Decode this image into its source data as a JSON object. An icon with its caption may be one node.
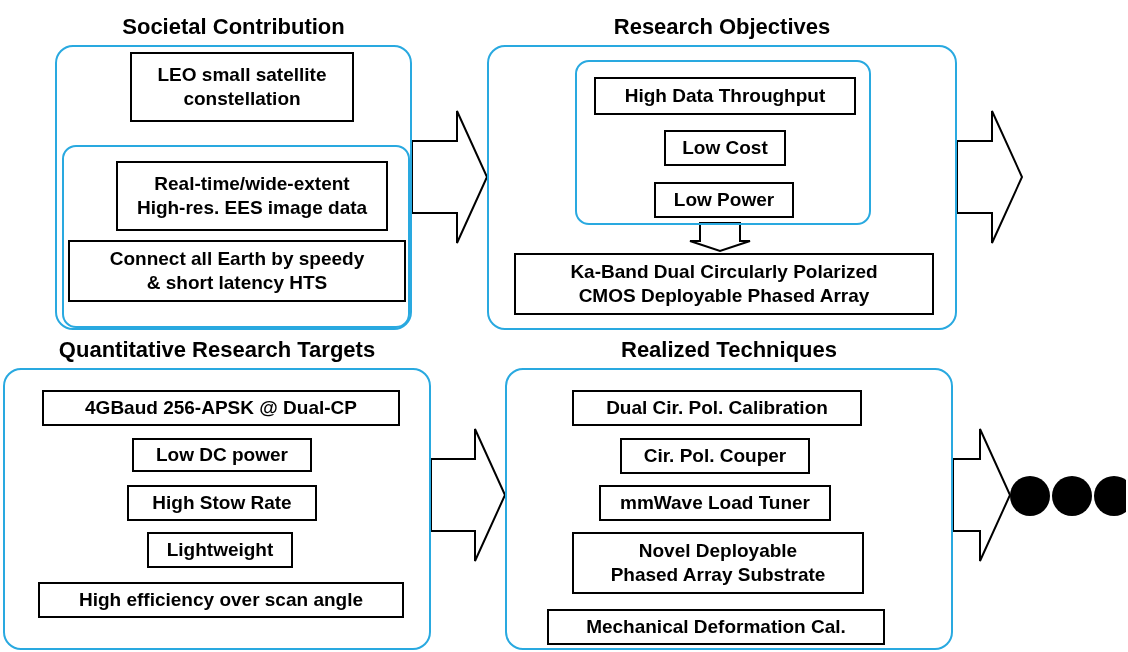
{
  "diagram": {
    "nodes": [
      {
        "text": [
          "Societal Contribution"
        ]
      },
      {
        "text": [
          "LEO small satellite constellation"
        ],
        "in": 0
      },
      {
        "text": [],
        "shape": "box",
        "in": 0
      },
      {
        "text": [
          "Real-time/wide-extent High-res. EES image data"
        ],
        "in": 2
      },
      {
        "text": [
          "Connect all Earth by speedy & short latency HTS"
        ],
        "in": 2
      },
      {
        "text": [
          "Research Objectives"
        ]
      },
      {
        "text": [],
        "shape": "box",
        "in": 5
      },
      {
        "text": [
          "High Data Throughput"
        ],
        "in": 6
      },
      {
        "text": [
          "Low Cost"
        ],
        "in": 6
      },
      {
        "text": [
          "Low Power"
        ],
        "in": 6
      },
      {
        "text": [
          "Ka-Band Dual Circularly Polarized CMOS Deployable Phased Array"
        ],
        "in": 5
      },
      {
        "text": [
          "Quantitative Research Targets"
        ]
      },
      {
        "text": [
          "4GBaud 256-APSK @ Dual-CP"
        ],
        "in": 11
      },
      {
        "text": [
          "Low DC power"
        ],
        "in": 11
      },
      {
        "text": [
          "High Stow Rate"
        ],
        "in": 11
      },
      {
        "text": [
          "Lightweight"
        ],
        "in": 11
      },
      {
        "text": [
          "High efficiency over scan angle"
        ],
        "in": 11
      },
      {
        "text": [
          "Realized Techniques"
        ]
      },
      {
        "text": [
          "Dual Cir. Pol. Calibration"
        ],
        "in": 17
      },
      {
        "text": [
          "Cir. Pol. Couper"
        ],
        "in": 17
      },
      {
        "text": [
          "mmWave Load Tuner"
        ],
        "in": 17
      },
      {
        "text": [
          "Novel Deployable Phased Array Substrate"
        ],
        "in": 17
      },
      {
        "text": [
          "Mechanical Deformation Cal."
        ],
        "in": 17
      },
      {
        "text": [],
        "shape": "dots"
      }
    ],
    "edges": [
      {
        "from": 0,
        "to": 5,
        "arrow": "to"
      },
      {
        "from": 5,
        "to": null,
        "arrow": "to"
      },
      {
        "from": 6,
        "to": 10,
        "arrow": "to"
      },
      {
        "from": 11,
        "to": 17,
        "arrow": "to"
      },
      {
        "from": 17,
        "to": 23,
        "arrow": "to"
      }
    ]
  }
}
